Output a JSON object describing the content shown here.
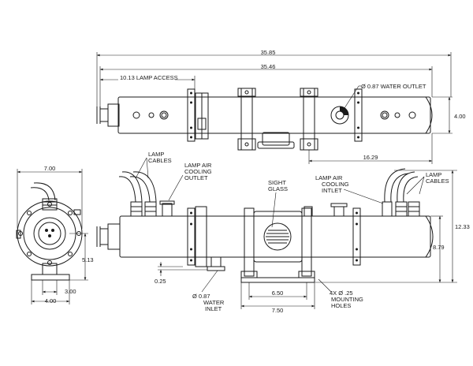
{
  "dimensions": {
    "overall_length": "35.85",
    "body_length": "35.46",
    "lamp_access": "10.13 LAMP ACCESS",
    "water_outlet": "Ø 0.87 WATER OUTLET",
    "top_height": "4.00",
    "mount_spacing_top": "16.29",
    "end_width": "7.00",
    "end_height": "5.13",
    "base_inner": "3.00",
    "base_outer": "4.00",
    "total_height": "12.33",
    "body_height": "8.79",
    "foot_offset": "0.25",
    "mount_spacing": "6.50",
    "mount_outer": "7.50"
  },
  "callouts": {
    "lamp_cables_left": [
      "LAMP",
      "CABLES"
    ],
    "lamp_air_outlet": [
      "LAMP AIR",
      "COOLING",
      "OUTLET"
    ],
    "sight_glass": [
      "SIGHT",
      "GLASS"
    ],
    "lamp_air_inlet": [
      "LAMP AIR",
      "COOLING",
      "INTLET"
    ],
    "lamp_cables_right": [
      "LAMP",
      "CABLES"
    ],
    "water_inlet": [
      "Ø 0.87",
      "WATER",
      "INLET"
    ],
    "mounting_holes": [
      "4X Ø .25",
      "MOUNTING",
      "HOLES"
    ]
  }
}
